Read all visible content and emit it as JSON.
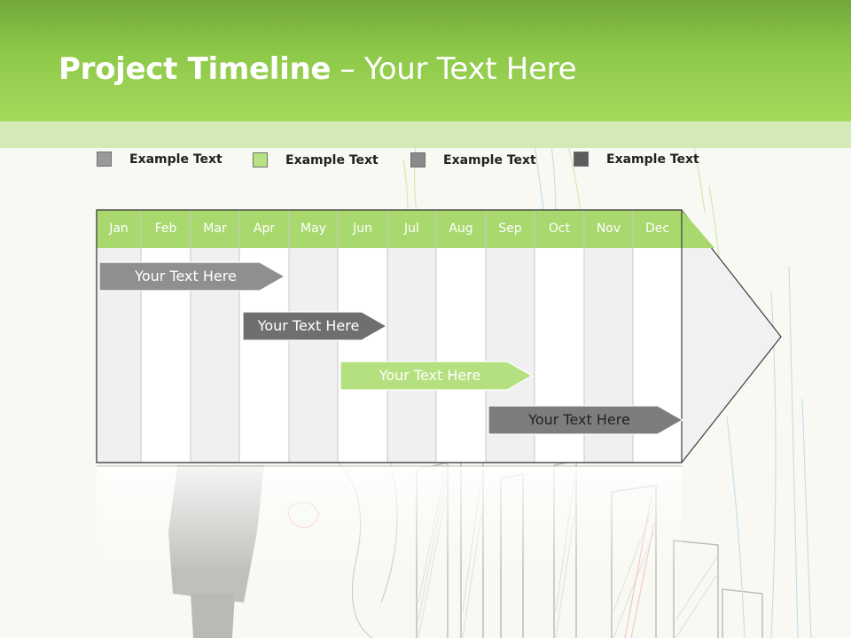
{
  "title": {
    "bold": "Project Timeline",
    "rest": " – Your Text Here"
  },
  "legend": [
    {
      "label": "Example Text",
      "color": "#9a9a9a"
    },
    {
      "label": "Example Text",
      "color": "#b8e186"
    },
    {
      "label": "Example Text",
      "color": "#8a8a8a"
    },
    {
      "label": "Example Text",
      "color": "#5c5c5c"
    }
  ],
  "months": [
    "Jan",
    "Feb",
    "Mar",
    "Apr",
    "May",
    "Jun",
    "Jul",
    "Aug",
    "Sep",
    "Oct",
    "Nov",
    "Dec"
  ],
  "tasks": [
    {
      "label": "Your  Text Here",
      "start": "Jan",
      "end": "Apr",
      "color": "#8f8f8f",
      "text_color": "#ffffff"
    },
    {
      "label": "Your  Text Here",
      "start": "Apr",
      "end": "Jun",
      "color": "#6f6f6f",
      "text_color": "#ffffff"
    },
    {
      "label": "Your  Text Here",
      "start": "Jun",
      "end": "Sep",
      "color": "#b5e07f",
      "text_color": "#ffffff"
    },
    {
      "label": "Your  Text Here",
      "start": "Sep",
      "end": "Dec",
      "color": "#7d7d7d",
      "text_color": "#222222"
    }
  ],
  "colors": {
    "header": "#8fc94a",
    "month_header": "#a9d86e",
    "column_shade": "#f0f0f0",
    "column_plain": "#ffffff"
  }
}
